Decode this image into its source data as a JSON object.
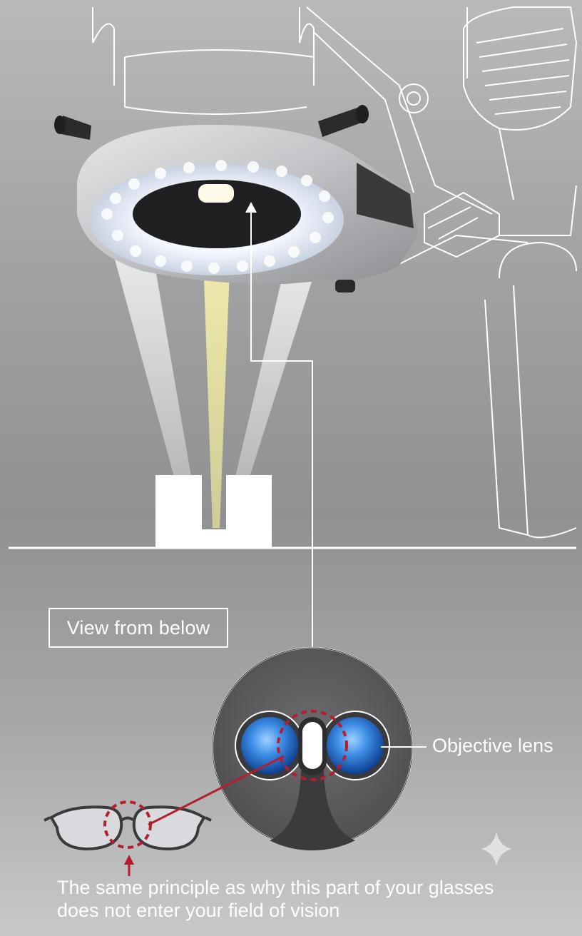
{
  "labels": {
    "view_from_below": "View from below",
    "objective_lens": "Objective lens",
    "caption_line1": "The same principle as why this part of your glasses",
    "caption_line2": "does not enter your field of vision"
  },
  "colors": {
    "line": "#ffffff",
    "highlight": "#b51e2e",
    "lens_blue": "#1d68c8",
    "led_beam": "#f2ec9a",
    "housing": "#5e5d5f"
  },
  "icons": [
    "ring-light",
    "microscope-outline",
    "glasses",
    "sparkle-icon",
    "arrow-up-icon"
  ]
}
